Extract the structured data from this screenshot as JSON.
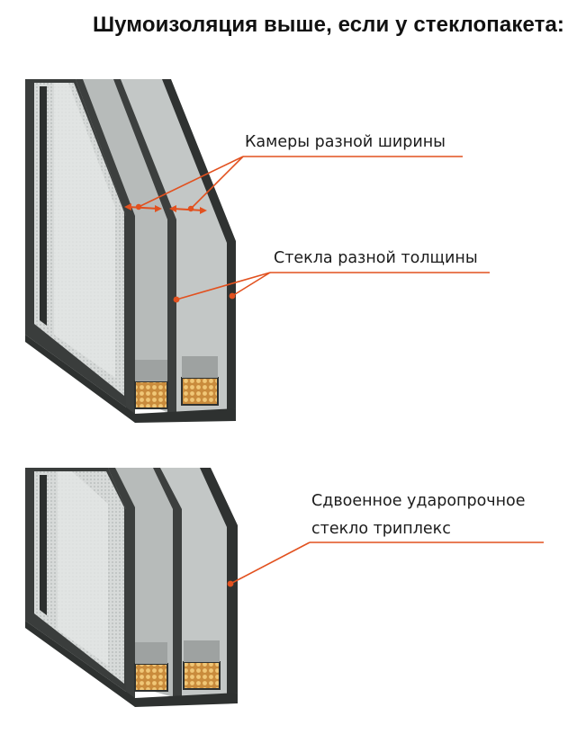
{
  "header": {
    "title": "Шумоизоляция выше, если у стеклопакета:"
  },
  "callouts": {
    "chambers": "Камеры разной ширины",
    "glass_thickness": "Стекла разной толщины",
    "triplex_line1": "Сдвоенное ударопрочное",
    "triplex_line2": "стекло триплекс"
  },
  "colors": {
    "accent": "#e2511f",
    "frame": "#3a3d3c",
    "glass": "#c9cccb",
    "desiccant": "#d9a45a"
  },
  "icons": {
    "top_unit": "triple-glazed-window-section",
    "bottom_unit": "triplex-glazed-window-section"
  }
}
